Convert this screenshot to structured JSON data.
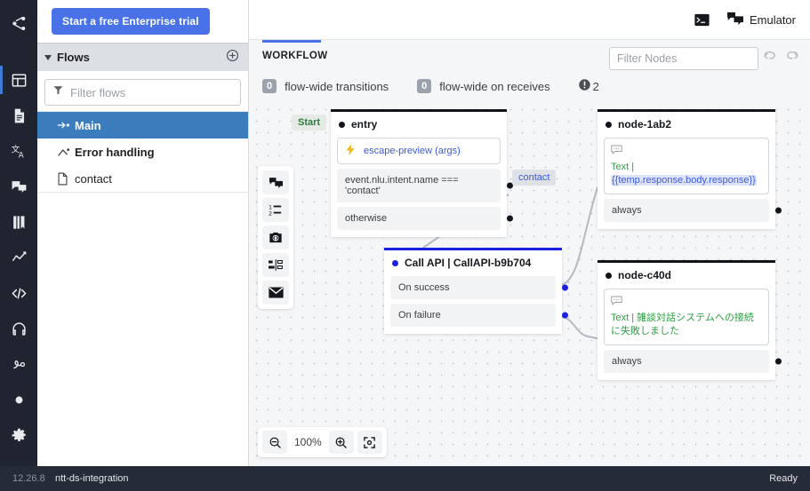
{
  "rail": {
    "items": [
      {
        "name": "share-icon",
        "label": "Share"
      },
      {
        "name": "dashboard-icon",
        "label": "Dashboard",
        "active": true
      },
      {
        "name": "document-icon",
        "label": "Content"
      },
      {
        "name": "translate-icon",
        "label": "Translate"
      },
      {
        "name": "chat-icon",
        "label": "Conversations"
      },
      {
        "name": "book-icon",
        "label": "Knowledge"
      },
      {
        "name": "analytics-icon",
        "label": "Analytics"
      },
      {
        "name": "code-icon",
        "label": "Code"
      },
      {
        "name": "headset-icon",
        "label": "Support"
      },
      {
        "name": "integration-icon",
        "label": "Integrations"
      },
      {
        "name": "circle-icon",
        "label": "Status"
      },
      {
        "name": "gear-icon",
        "label": "Settings"
      }
    ]
  },
  "trial": {
    "button_label": "Start a free Enterprise trial"
  },
  "flows": {
    "header_title": "Flows",
    "add_icon": "plus-circle-icon",
    "filter_placeholder": "Filter flows",
    "filter_value": "",
    "items": [
      {
        "label": "Main",
        "icon": "flow-start-icon",
        "selected": true
      },
      {
        "label": "Error handling",
        "icon": "error-flow-icon",
        "selected": false
      },
      {
        "label": "contact",
        "icon": "file-icon",
        "selected": false
      }
    ]
  },
  "topbar": {
    "terminal_icon": "terminal-icon",
    "emulator_icon": "emulator-chat-icon",
    "emulator_label": "Emulator"
  },
  "workflow": {
    "tab_label": "WORKFLOW",
    "filter_nodes_placeholder": "Filter Nodes",
    "filter_nodes_value": "",
    "undo_icon": "undo-icon",
    "redo_icon": "redo-icon",
    "flow_wide": [
      {
        "count": "0",
        "label": "flow-wide transitions"
      },
      {
        "count": "0",
        "label": "flow-wide on receives"
      }
    ],
    "warning": {
      "icon": "warning-icon",
      "count": "2"
    },
    "palette": [
      {
        "name": "say-node-icon"
      },
      {
        "name": "choice-node-icon"
      },
      {
        "name": "capture-node-icon"
      },
      {
        "name": "split-node-icon"
      },
      {
        "name": "message-node-icon"
      }
    ],
    "zoom": {
      "out_icon": "zoom-out-icon",
      "level": "100%",
      "in_icon": "zoom-in-icon",
      "fit_icon": "fit-to-screen-icon"
    },
    "nodes": [
      {
        "id": "entry",
        "title": "entry",
        "accent": "black",
        "badge": "Start",
        "escape_chip": {
          "icon": "lightning-icon",
          "label": "escape-preview (args)"
        },
        "rows": [
          {
            "label": "event.nlu.intent.name === 'contact'",
            "port": "black",
            "chip": "contact"
          },
          {
            "label": "otherwise",
            "port": "black"
          }
        ]
      },
      {
        "id": "callapi",
        "title": "Call API | CallAPI-b9b704",
        "accent": "blue",
        "rows": [
          {
            "label": "On success",
            "port": "blue"
          },
          {
            "label": "On failure",
            "port": "blue"
          }
        ]
      },
      {
        "id": "node-1ab2",
        "title": "node-1ab2",
        "accent": "black",
        "bubble": {
          "icon": "speech-bubble-icon",
          "prefix": "Text |",
          "variable": "{{temp.response.body.response}}"
        },
        "rows": [
          {
            "label": "always",
            "port": "black"
          }
        ]
      },
      {
        "id": "node-c40d",
        "title": "node-c40d",
        "accent": "black",
        "bubble": {
          "icon": "speech-bubble-icon",
          "text": "Text | 雑談対話システムへの接続に失敗しました"
        },
        "rows": [
          {
            "label": "always",
            "port": "black"
          }
        ]
      }
    ]
  },
  "statusbar": {
    "version": "12.26.8",
    "project": "ntt-ds-integration",
    "status": "Ready"
  },
  "colors": {
    "accent_blue": "#4a72e8",
    "selected_flow": "#3b7cbd",
    "node_blue": "#1b21e0",
    "rail_bg": "#1f2430",
    "status_bg": "#262b38",
    "green_text": "#2f9e44"
  }
}
